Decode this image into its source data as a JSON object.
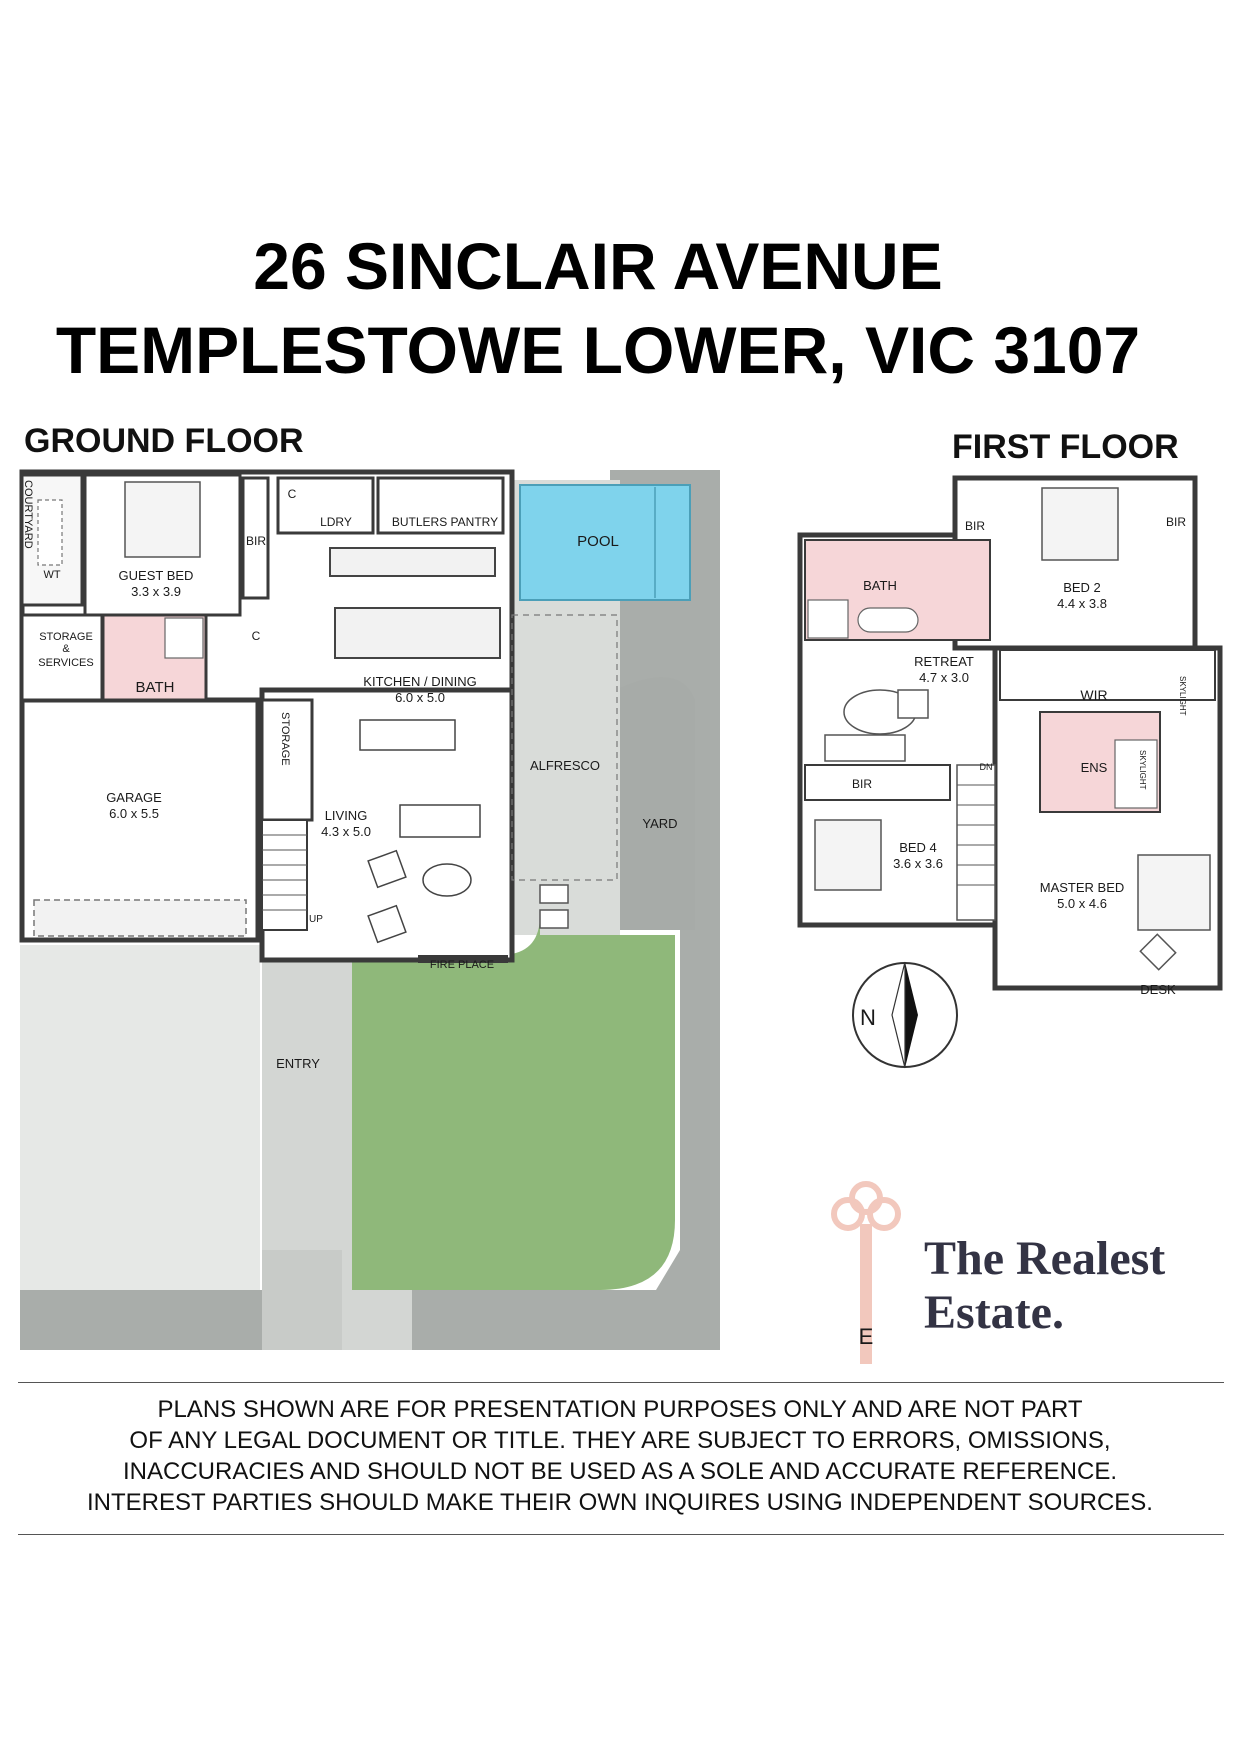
{
  "title": {
    "line1": "26 SINCLAIR AVENUE",
    "line2": "TEMPLESTOWE LOWER, VIC 3107"
  },
  "ground_floor": {
    "heading": "GROUND FLOOR",
    "labels": {
      "courtyard": "COURTYARD",
      "wt": "WT",
      "guest_bed": "GUEST BED",
      "guest_bed_size": "3.3 x 3.9",
      "bir": "BIR",
      "c1": "C",
      "c2": "C",
      "ldry": "LDRY",
      "butlers_pantry": "BUTLERS PANTRY",
      "pool": "POOL",
      "storage_services_1": "STORAGE",
      "storage_services_2": "&",
      "storage_services_3": "SERVICES",
      "bath": "BATH",
      "kitchen_dining": "KITCHEN / DINING",
      "kitchen_dining_size": "6.0 x 5.0",
      "storage": "STORAGE",
      "garage": "GARAGE",
      "garage_size": "6.0 x 5.5",
      "alfresco": "ALFRESCO",
      "living": "LIVING",
      "living_size": "4.3 x 5.0",
      "yard": "YARD",
      "up": "UP",
      "fire_place": "FIRE PLACE",
      "entry": "ENTRY"
    }
  },
  "first_floor": {
    "heading": "FIRST FLOOR",
    "labels": {
      "bir_left": "BIR",
      "bir_right": "BIR",
      "bath": "BATH",
      "bed2": "BED 2",
      "bed2_size": "4.4 x 3.8",
      "retreat": "RETREAT",
      "retreat_size": "4.7 x 3.0",
      "wir": "WIR",
      "skylight1": "SKYLIGHT",
      "skylight2": "SKYLIGHT",
      "ens": "ENS",
      "bir_bed4": "BIR",
      "dn": "DN",
      "bed4": "BED 4",
      "bed4_size": "3.6 x 3.6",
      "master_bed": "MASTER BED",
      "master_bed_size": "5.0 x 4.6",
      "desk": "DESK"
    }
  },
  "compass": {
    "label": "N"
  },
  "brand": {
    "line1": "The Realest",
    "line2": "Estate.",
    "key_letter": "E"
  },
  "disclaimer": {
    "lines": [
      "PLANS SHOWN ARE FOR PRESENTATION PURPOSES ONLY AND ARE NOT PART",
      "OF ANY LEGAL DOCUMENT OR TITLE. THEY ARE SUBJECT TO ERRORS, OMISSIONS,",
      "INACCURACIES AND SHOULD NOT BE USED AS A SOLE AND ACCURATE REFERENCE.",
      "INTEREST PARTIES SHOULD MAKE THEIR OWN INQUIRES USING INDEPENDENT SOURCES."
    ]
  },
  "colors": {
    "pool": "#7fd3ec",
    "wet_area": "#f6d6d8",
    "lawn": "#8fb87a",
    "paving": "#d9dcd9",
    "dark_paving": "#a9adaa",
    "walls": "#3a3a3a",
    "brand_key": "#f2c8bd"
  }
}
